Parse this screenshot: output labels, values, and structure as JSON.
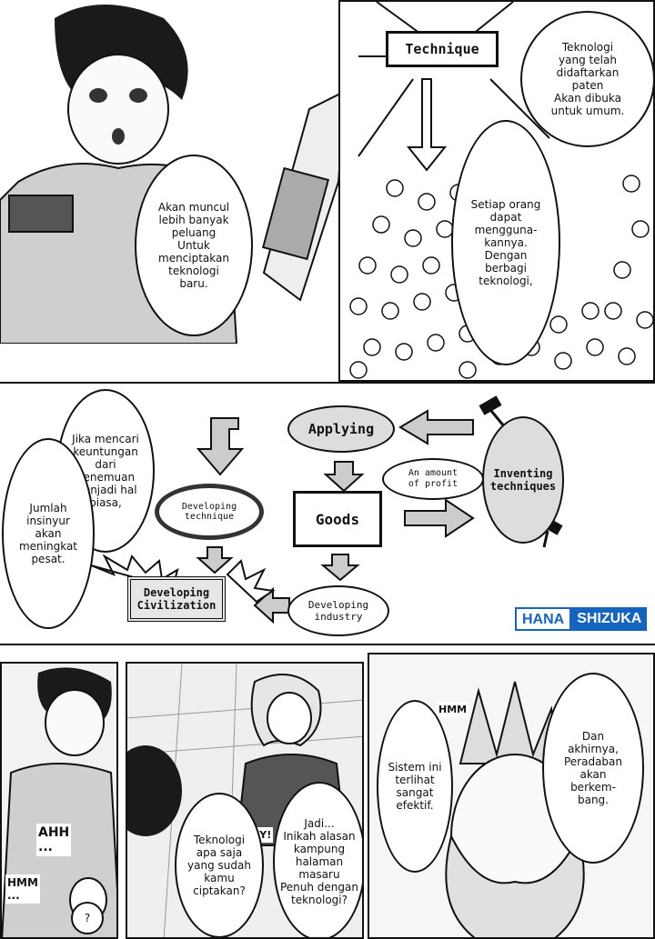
{
  "colors": {
    "ink": "#111111",
    "paper": "#ffffff",
    "screentone": "#d9d9d9",
    "watermark_blue": "#1565c0"
  },
  "top": {
    "technique_label": "Technique",
    "bubble_patent": "Teknologi\nyang telah\ndidaftarkan\npaten\nAkan dibuka\nuntuk umum.",
    "bubble_everyone": "Setiap orang\ndapat\nmengguna-\nkannya.\nDengan\nberbagi\nteknologi,",
    "bubble_opportunity": "Akan muncul\nlebih banyak\npeluang\nUntuk\nmenciptakan\nteknologi\nbaru."
  },
  "middle": {
    "bubble_profit": "Jika mencari\nkeuntungan\ndari\npenemuan\nMenjadi hal\nbiasa,",
    "bubble_engineers": "Jumlah\ninsinyur\nakan\nmeningkat\npesat.",
    "flow": {
      "applying": "Applying",
      "inventing": "Inventing\ntechniques",
      "amount_of_profit": "An amount\nof profit",
      "goods": "Goods",
      "developing_technique": "Developing\ntechnique",
      "developing_industry": "Developing\nindustry",
      "developing_civilization": "Developing\nCivilization"
    },
    "watermark_left": "HANA",
    "watermark_right": "SHIZUKA"
  },
  "bottom": {
    "sfx_ahh": "AHH\n...",
    "sfx_hmm_left": "HMM\n...",
    "sfx_question": "?",
    "sfx_hey": "-HEY!",
    "sfx_hmm_right": "HMM",
    "bubble_what_tech": "Teknologi\napa saja\nyang sudah\nkamu\nciptakan?",
    "bubble_reason": "Jadi...\nInikah alasan\nkampung\nhalaman\nmasaru\nPenuh dengan\nteknologi?",
    "bubble_effective": "Sistem ini\nterlihat\nsangat\nefektif.",
    "bubble_civilization": "Dan\nakhirnya,\nPeradaban\nakan\nberkem-\nbang."
  }
}
